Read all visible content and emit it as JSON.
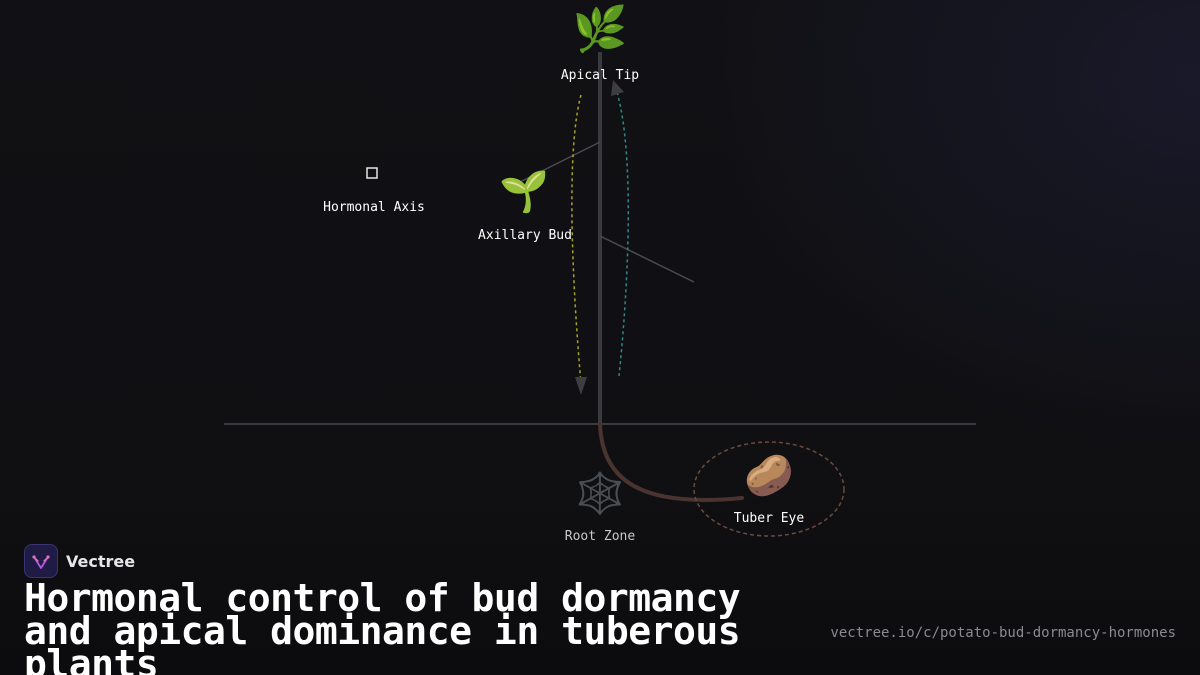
{
  "diagram": {
    "nodes": {
      "apical_tip": {
        "label": "Apical Tip",
        "icon": "herb-icon",
        "glyph": "🌿"
      },
      "hormonal_axis": {
        "label": "Hormonal Axis",
        "icon": "square-marker-icon"
      },
      "axillary_bud": {
        "label": "Axillary Bud",
        "icon": "seedling-icon",
        "glyph": "🌱"
      },
      "root_zone": {
        "label": "Root Zone",
        "icon": "root-web-icon",
        "glyph": "🕸️"
      },
      "tuber_eye": {
        "label": "Tuber Eye",
        "icon": "potato-icon",
        "glyph": "🥔"
      }
    },
    "colors": {
      "stem": "#3a3a3e",
      "ground": "#3a3a3e",
      "downward_flow": "#a3a32a",
      "upward_flow": "#2a8a8f",
      "stolon": "#4a3430",
      "tuber_ring": "#6a4a40",
      "arrowhead": "#3d3d42"
    }
  },
  "brand": {
    "name": "Vectree",
    "logo_icon": "vectree-logo-icon",
    "accent": "#b05ad8"
  },
  "title": "Hormonal control of bud dormancy and apical dominance in tuberous plants",
  "source_url": "vectree.io/c/potato-bud-dormancy-hormones"
}
